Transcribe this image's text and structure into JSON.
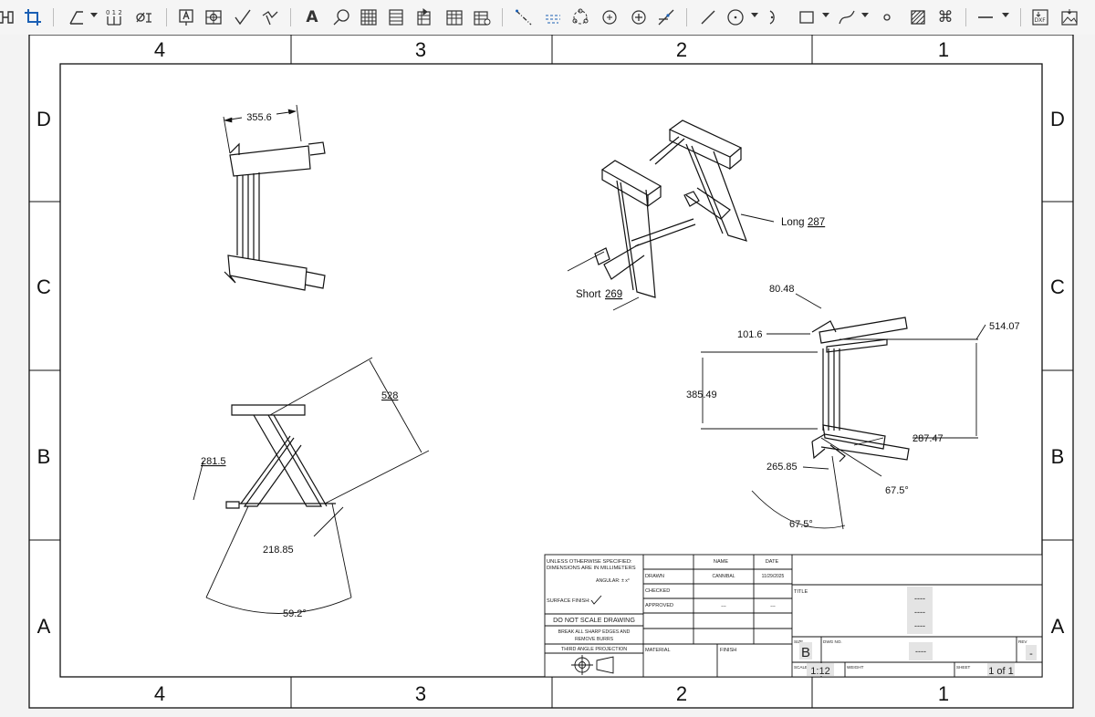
{
  "toolbar": {
    "icons": [
      "align-icon",
      "crop-icon",
      "line-tool-icon",
      "ordinate-icon",
      "diameter-icon",
      "note-icon",
      "datum-icon",
      "surface-finish-icon",
      "weld-icon",
      "text-icon",
      "balloon-icon",
      "table-icon",
      "revision-table-icon",
      "bom-icon",
      "general-table-icon",
      "hole-table-icon",
      "centerline-icon",
      "centermark-icon",
      "bolt-circle-icon",
      "circle-center-icon",
      "add-icon",
      "angle-line-icon",
      "line-icon",
      "circle-icon",
      "arc-icon",
      "rectangle-icon",
      "spline-icon",
      "point-icon",
      "hatch-icon",
      "cut-icon",
      "line-style-icon",
      "export-dxf-icon",
      "export-image-icon"
    ],
    "ordinate_label": "0 1 2",
    "dxf_label": "DXF"
  },
  "zones": {
    "columns": [
      "4",
      "3",
      "2",
      "1"
    ],
    "rows": [
      "D",
      "C",
      "B",
      "A"
    ]
  },
  "views": {
    "top": {
      "dim": "355.6"
    },
    "iso": {
      "long_prefix": "Long",
      "long_value": "287",
      "short_prefix": "Short",
      "short_value": "269"
    },
    "front": {
      "length": "528",
      "height": "281.5",
      "base": "218.85",
      "angle": "59.2°"
    },
    "side": {
      "top": "80.48",
      "inner": "101.6",
      "height": "385.49",
      "overall": "514.07",
      "depth": "287.47",
      "foot": "265.85",
      "angle1": "67.5°",
      "angle2": "67.5°"
    }
  },
  "title_block": {
    "notes_line1": "UNLESS OTHERWISE SPECIFIED:",
    "notes_line2": "DIMENSIONS ARE IN MILLIMETERS",
    "angular": "ANGULAR: ± x°",
    "surface_finish": "SURFACE FINISH:",
    "do_not_scale": "DO NOT SCALE DRAWING",
    "break_edges_1": "BREAK ALL SHARP EDGES AND",
    "break_edges_2": "REMOVE BURRS",
    "projection": "THIRD ANGLE PROJECTION",
    "name_header": "NAME",
    "date_header": "DATE",
    "drawn_label": "DRAWN",
    "drawn_name": "CANNIBAL",
    "drawn_date": "11/29/2025",
    "checked_label": "CHECKED",
    "approved_label": "APPROVED",
    "approved_name": "---",
    "approved_date": "---",
    "material_label": "MATERIAL",
    "finish_label": "FINISH",
    "title_label": "TITLE",
    "title_values": [
      "----",
      "----",
      "----"
    ],
    "size_label": "SIZE",
    "size_value": "B",
    "dwg_label": "DWG NO.",
    "dwg_value": "----",
    "rev_label": "REV",
    "rev_value": "-",
    "scale_label": "SCALE",
    "scale_value": "1:12",
    "weight_label": "WEIGHT",
    "sheet_label": "SHEET",
    "sheet_value": "1 of 1"
  }
}
